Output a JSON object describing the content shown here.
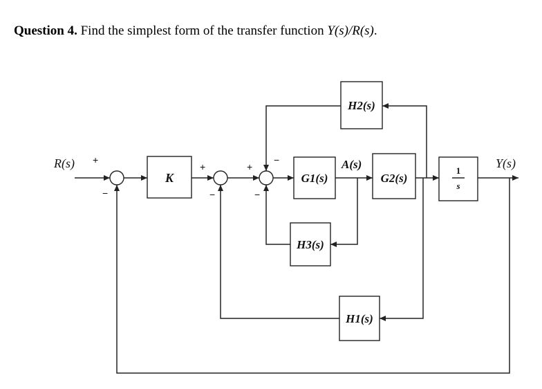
{
  "question": {
    "number": "Question 4.",
    "text": "Find the simplest form of the transfer function",
    "expression": "Y(s)/R(s)",
    "period": "."
  },
  "diagram": {
    "input": "R(s)",
    "output": "Y(s)",
    "signal_a": "A(s)",
    "blocks": {
      "k": "K",
      "g1": "G1(s)",
      "g2": "G2(s)",
      "h1": "H1(s)",
      "h2": "H2(s)",
      "h3": "H3(s)",
      "integrator_num": "1",
      "integrator_den": "s"
    },
    "signs": {
      "sj1_left": "+",
      "sj1_bottom": "−",
      "sj2_left": "+",
      "sj2_bottom": "−",
      "sj3_left": "+",
      "sj3_top": "−",
      "sj3_bottom": "−"
    }
  }
}
